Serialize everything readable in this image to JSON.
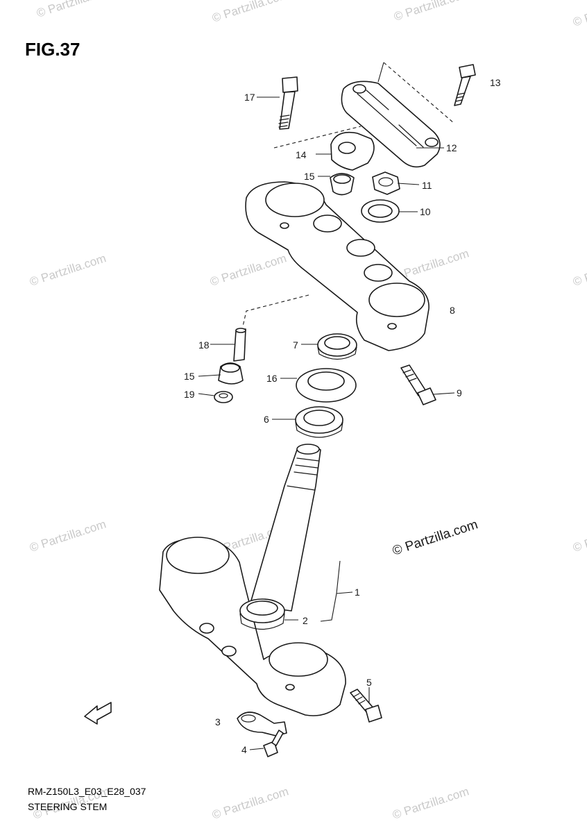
{
  "figure": {
    "title": "FIG.37",
    "code": "RM-Z150L3_E03_E28_037",
    "name": "STEERING STEM"
  },
  "watermark": {
    "text": "© Partzilla.com",
    "main_text": "© Partzilla.com"
  },
  "callouts": [
    {
      "id": "c1",
      "label": "1"
    },
    {
      "id": "c2",
      "label": "2"
    },
    {
      "id": "c3",
      "label": "3"
    },
    {
      "id": "c4",
      "label": "4"
    },
    {
      "id": "c5",
      "label": "5"
    },
    {
      "id": "c6",
      "label": "6"
    },
    {
      "id": "c7",
      "label": "7"
    },
    {
      "id": "c8",
      "label": "8"
    },
    {
      "id": "c9",
      "label": "9"
    },
    {
      "id": "c10",
      "label": "10"
    },
    {
      "id": "c11",
      "label": "11"
    },
    {
      "id": "c12",
      "label": "12"
    },
    {
      "id": "c13",
      "label": "13"
    },
    {
      "id": "c14",
      "label": "14"
    },
    {
      "id": "c15a",
      "label": "15"
    },
    {
      "id": "c15b",
      "label": "15"
    },
    {
      "id": "c16",
      "label": "16"
    },
    {
      "id": "c17",
      "label": "17"
    },
    {
      "id": "c18",
      "label": "18"
    },
    {
      "id": "c19",
      "label": "19"
    }
  ],
  "colors": {
    "ink": "#1a1a1a",
    "watermark": "#c9c9c9",
    "background": "#ffffff"
  }
}
